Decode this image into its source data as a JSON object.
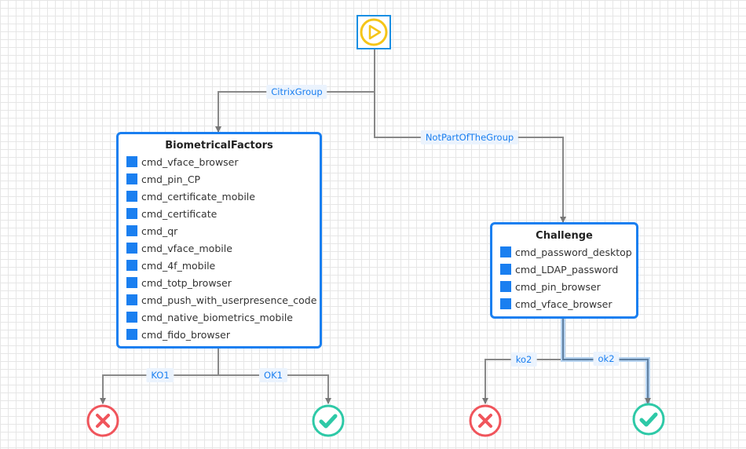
{
  "diagram": {
    "start": {
      "icon": "play-icon"
    },
    "nodes": {
      "biometrical": {
        "title": "BiometricalFactors",
        "items": [
          "cmd_vface_browser",
          "cmd_pin_CP",
          "cmd_certificate_mobile",
          "cmd_certificate",
          "cmd_qr",
          "cmd_vface_mobile",
          "cmd_4f_mobile",
          "cmd_totp_browser",
          "cmd_push_with_userpresence_code",
          "cmd_native_biometrics_mobile",
          "cmd_fido_browser"
        ]
      },
      "challenge": {
        "title": "Challenge",
        "items": [
          "cmd_password_desktop",
          "cmd_LDAP_password",
          "cmd_pin_browser",
          "cmd_vface_browser"
        ]
      }
    },
    "edge_labels": {
      "citrix": "CitrixGroup",
      "notpart": "NotPartOfTheGroup",
      "ko1": "KO1",
      "ok1": "OK1",
      "ko2": "ko2",
      "ok2": "ok2"
    },
    "end_nodes": {
      "fail_icon": "x-circle-icon",
      "success_icon": "check-circle-icon",
      "fail_color": "#f0555c",
      "success_color": "#2ec9a7"
    },
    "colors": {
      "accent": "#1a7ff0",
      "start_border": "#1a8fe3",
      "start_icon": "#f5c518",
      "edge": "#888888"
    }
  }
}
